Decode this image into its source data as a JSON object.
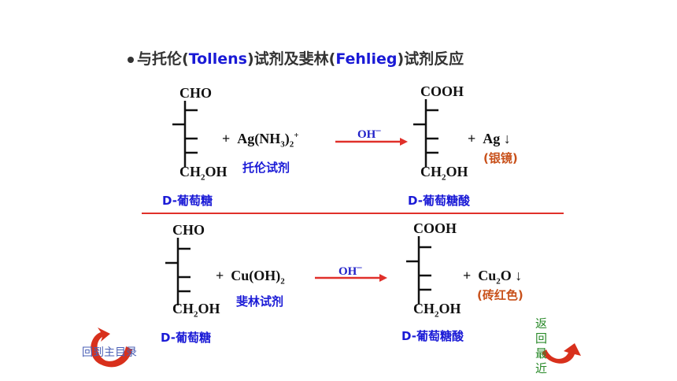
{
  "title": {
    "prefix": "与托伦(",
    "tollens": "Tollens",
    "middle": ")试剂及斐林(",
    "fehling": "Fehlieg",
    "suffix": ")试剂反应"
  },
  "reaction1": {
    "reactant_top": "CHO",
    "reactant_bottom": "CH",
    "reactant_bottom_sub": "2",
    "reactant_bottom_rest": "OH",
    "reactant_name": "D-葡萄糖",
    "reagent_plus": "+",
    "reagent": "Ag(NH",
    "reagent_sub": "3",
    "reagent_close": ")",
    "reagent_sub2": "2",
    "reagent_sup": "+",
    "reagent_name": "托伦试剂",
    "condition": "OH",
    "condition_sup": "–",
    "product_top": "COOH",
    "product_bottom": "CH",
    "product_bottom_sub": "2",
    "product_bottom_rest": "OH",
    "product_name": "D-葡萄糖酸",
    "byproduct_plus": "+",
    "byproduct": "Ag ↓",
    "byproduct_name": "(银镜)"
  },
  "reaction2": {
    "reactant_top": "CHO",
    "reactant_bottom": "CH",
    "reactant_bottom_sub": "2",
    "reactant_bottom_rest": "OH",
    "reactant_name": "D-葡萄糖",
    "reagent_plus": "+",
    "reagent": "Cu(OH)",
    "reagent_sub": "2",
    "reagent_name": "斐林试剂",
    "condition": "OH",
    "condition_sup": "–",
    "product_top": "COOH",
    "product_bottom": "CH",
    "product_bottom_sub": "2",
    "product_bottom_rest": "OH",
    "product_name": "D-葡萄糖酸",
    "byproduct_plus": "+",
    "byproduct": "Cu",
    "byproduct_sub": "2",
    "byproduct_rest": "O ↓",
    "byproduct_name": "(砖红色)"
  },
  "nav": {
    "home_label": "回到主目录",
    "recent_label": "返回最近"
  },
  "colors": {
    "title_highlight": "#1a1ad6",
    "divider": "#e0302a",
    "arrow": "#e0302a",
    "nav_arrow": "#d8301c"
  }
}
